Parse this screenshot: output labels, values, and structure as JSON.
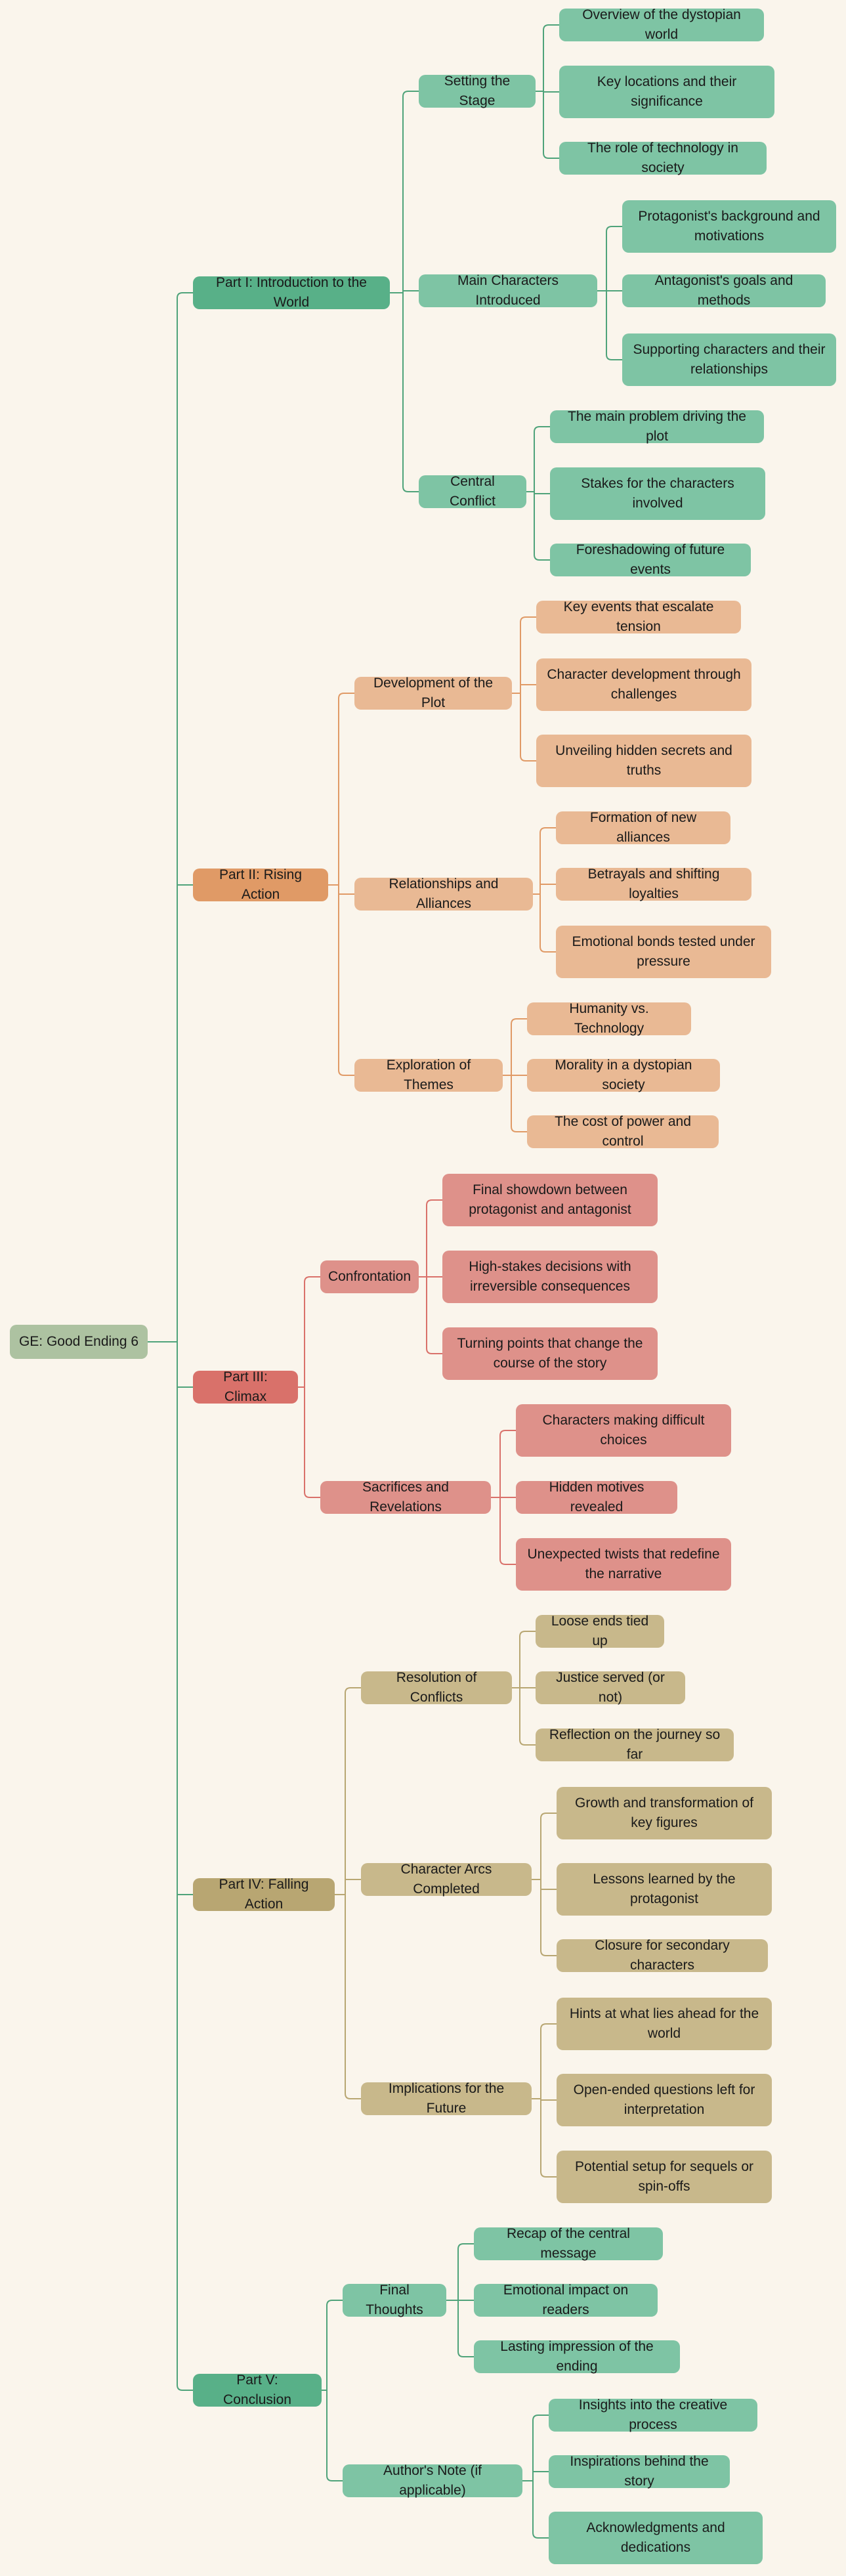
{
  "root": "GE: Good Ending 6",
  "colors": {
    "root": "#adc2a1",
    "green_part": "#58b088",
    "green_sub": "#7ec4a4",
    "green_line": "#4fa37a",
    "orange_part": "#e09a66",
    "orange_sub": "#e9b994",
    "orange_line": "#e09a66",
    "red_part": "#d9716a",
    "red_sub": "#de918a",
    "red_line": "#d9716a",
    "tan_part": "#b8a672",
    "tan_sub": "#c8b88b",
    "tan_line": "#b8a672"
  },
  "parts": [
    {
      "label": "Part I: Introduction to the World",
      "theme": "green",
      "children": [
        {
          "label": "Setting the Stage",
          "children": [
            "Overview of the dystopian world",
            "Key locations and their significance",
            "The role of technology in society"
          ]
        },
        {
          "label": "Main Characters Introduced",
          "children": [
            "Protagonist's background and motivations",
            "Antagonist's goals and methods",
            "Supporting characters and their relationships"
          ]
        },
        {
          "label": "Central Conflict",
          "children": [
            "The main problem driving the plot",
            "Stakes for the characters involved",
            "Foreshadowing of future events"
          ]
        }
      ]
    },
    {
      "label": "Part II: Rising Action",
      "theme": "orange",
      "children": [
        {
          "label": "Development of the Plot",
          "children": [
            "Key events that escalate tension",
            "Character development through challenges",
            "Unveiling hidden secrets and truths"
          ]
        },
        {
          "label": "Relationships and Alliances",
          "children": [
            "Formation of new alliances",
            "Betrayals and shifting loyalties",
            "Emotional bonds tested under pressure"
          ]
        },
        {
          "label": "Exploration of Themes",
          "children": [
            "Humanity vs. Technology",
            "Morality in a dystopian society",
            "The cost of power and control"
          ]
        }
      ]
    },
    {
      "label": "Part III: Climax",
      "theme": "red",
      "children": [
        {
          "label": "Confrontation",
          "children": [
            "Final showdown between protagonist and antagonist",
            "High-stakes decisions with irreversible consequences",
            "Turning points that change the course of the story"
          ]
        },
        {
          "label": "Sacrifices and Revelations",
          "children": [
            "Characters making difficult choices",
            "Hidden motives revealed",
            "Unexpected twists that redefine the narrative"
          ]
        }
      ]
    },
    {
      "label": "Part IV: Falling Action",
      "theme": "tan",
      "children": [
        {
          "label": "Resolution of Conflicts",
          "children": [
            "Loose ends tied up",
            "Justice served (or not)",
            "Reflection on the journey so far"
          ]
        },
        {
          "label": "Character Arcs Completed",
          "children": [
            "Growth and transformation of key figures",
            "Lessons learned by the protagonist",
            "Closure for secondary characters"
          ]
        },
        {
          "label": "Implications for the Future",
          "children": [
            "Hints at what lies ahead for the world",
            "Open-ended questions left for interpretation",
            "Potential setup for sequels or spin-offs"
          ]
        }
      ]
    },
    {
      "label": "Part V: Conclusion",
      "theme": "green",
      "children": [
        {
          "label": "Final Thoughts",
          "children": [
            "Recap of the central message",
            "Emotional impact on readers",
            "Lasting impression of the ending"
          ]
        },
        {
          "label": "Author's Note (if applicable)",
          "children": [
            "Insights into the creative process",
            "Inspirations behind the story",
            "Acknowledgments and dedications"
          ]
        }
      ]
    }
  ]
}
